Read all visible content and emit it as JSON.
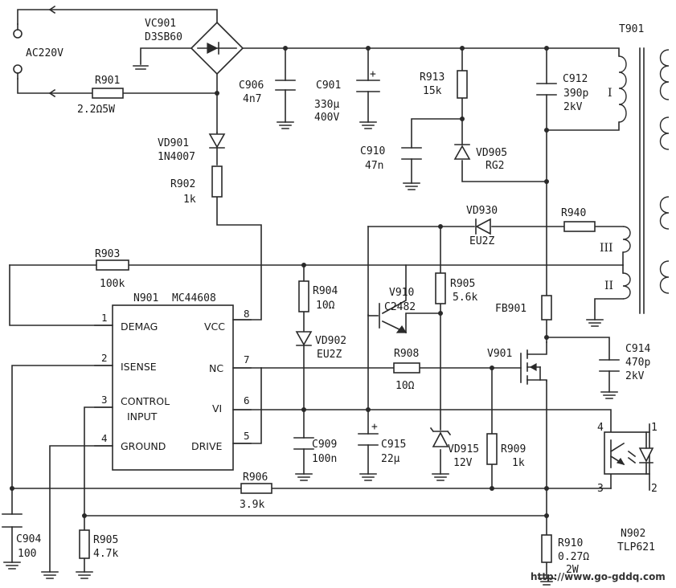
{
  "labels": {
    "ac_input": "AC220V",
    "vc901_ref": "VC901",
    "vc901_val": "D3SB60",
    "r901_ref": "R901",
    "r901_val": "2.2Ω5W",
    "vd901_ref": "VD901",
    "vd901_val": "1N4007",
    "r902_ref": "R902",
    "r902_val": "1k",
    "r903_ref": "R903",
    "r903_val": "100k",
    "n901_ref": "N901",
    "n901_val": "MC44608",
    "c906_ref": "C906",
    "c906_val": "4n7",
    "c901_ref": "C901",
    "c901_val1": "330μ",
    "c901_val2": "400V",
    "r913_ref": "R913",
    "r913_val": "15k",
    "c910_ref": "C910",
    "c910_val": "47n",
    "vd905_ref": "VD905",
    "vd905_val": "RG2",
    "c912_ref": "C912",
    "c912_val1": "390p",
    "c912_val2": "2kV",
    "t901_ref": "T901",
    "winding_1": "I",
    "winding_3": "III",
    "winding_2": "II",
    "vd930_ref": "VD930",
    "vd930_val": "EU2Z",
    "r940_ref": "R940",
    "r904_ref": "R904",
    "r904_val": "10Ω",
    "vd902_ref": "VD902",
    "vd902_val": "EU2Z",
    "v910_ref": "V910",
    "v910_val": "C2482",
    "r905a_ref": "R905",
    "r905a_val": "5.6k",
    "fb901_ref": "FB901",
    "r908_ref": "R908",
    "r908_val": "10Ω",
    "v901_ref": "V901",
    "c914_ref": "C914",
    "c914_val1": "470p",
    "c914_val2": "2kV",
    "c909_ref": "C909",
    "c909_val": "100n",
    "c915_ref": "C915",
    "c915_val": "22μ",
    "vd915_ref": "VD915",
    "vd915_val": "12V",
    "r909_ref": "R909",
    "r909_val": "1k",
    "r906_ref": "R906",
    "r906_val": "3.9k",
    "c904_ref": "C904",
    "c904_val": "100",
    "r905b_ref": "R905",
    "r905b_val": "4.7k",
    "r910_ref": "R910",
    "r910_val1": "0.27Ω",
    "r910_val2": "2W",
    "n902_ref": "N902",
    "n902_val": "TLP621",
    "plus_sign": "+",
    "watermark": "http://www.go-gddq.com"
  },
  "ic": {
    "pins_left": [
      {
        "num": "1",
        "name": "DEMAG"
      },
      {
        "num": "2",
        "name": "ISENSE"
      },
      {
        "num": "3",
        "name_line1": "CONTROL",
        "name_line2": "INPUT"
      },
      {
        "num": "4",
        "name": "GROUND"
      }
    ],
    "pins_right": [
      {
        "num": "8",
        "name": "VCC"
      },
      {
        "num": "7",
        "name": "NC"
      },
      {
        "num": "6",
        "name": "VI"
      },
      {
        "num": "5",
        "name": "DRIVE"
      }
    ]
  },
  "optocoupler_pins": [
    "4",
    "1",
    "3",
    "2"
  ]
}
